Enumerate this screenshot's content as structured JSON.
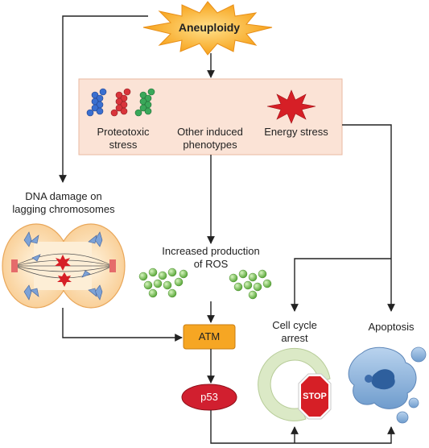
{
  "nodes": {
    "aneuploidy": "Aneuploidy",
    "proteotoxic_stress_line1": "Proteotoxic",
    "proteotoxic_stress_line2": "stress",
    "other_phenotypes_line1": "Other induced",
    "other_phenotypes_line2": "phenotypes",
    "energy_stress": "Energy stress",
    "dna_damage_line1": "DNA damage on",
    "dna_damage_line2": "lagging chromosomes",
    "ros_line1": "Increased production",
    "ros_line2": "of ROS",
    "atm": "ATM",
    "p53": "p53",
    "cell_cycle_arrest_line1": "Cell cycle",
    "cell_cycle_arrest_line2": "arrest",
    "apoptosis": "Apoptosis",
    "stop_sign": "STOP"
  },
  "colors": {
    "aneuploidy_burst": "#f7a21b",
    "stress_box": "#fbe3d6",
    "stress_box_border": "#e9b8a2",
    "atm_box": "#f6a623",
    "p53_ellipse": "#d11f2f",
    "ros_dots": "#7dc253",
    "stop_sign": "#d61f26",
    "cell_blue": "#8fb4dc",
    "arrow": "#222222"
  }
}
